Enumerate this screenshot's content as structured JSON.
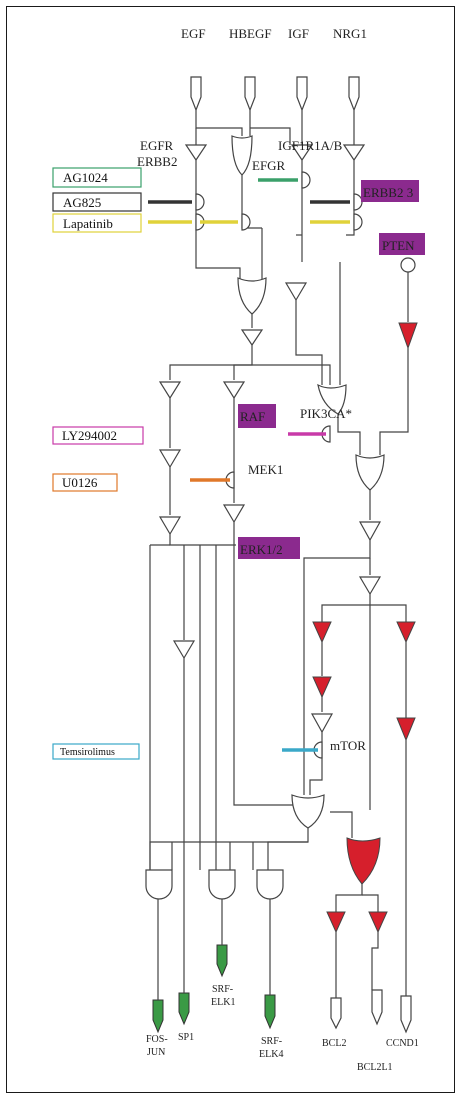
{
  "colors": {
    "highlight": "#8b2a8e",
    "red_gate": "#d61f2c",
    "green_output": "#3a9a45",
    "wire": "#444444",
    "drug_ag1024": "#3aa06a",
    "drug_ag825": "#333333",
    "drug_lapatinib": "#e0d23a",
    "drug_ly294002": "#c83aa8",
    "drug_u0126": "#e0782a",
    "drug_temsirolimus": "#3aa8c8"
  },
  "inputs": [
    {
      "label": "EGF"
    },
    {
      "label": "HBEGF"
    },
    {
      "label": "IGF"
    },
    {
      "label": "NRG1"
    }
  ],
  "nodes": {
    "egfr_erbb2": "EGFR\nERBB2",
    "egfr": "EFGR",
    "igf1r": "IGF1R1A/B",
    "erbb23": "ERBB2 3",
    "pten": "PTEN",
    "raf": "RAF",
    "pik3ca": "PIK3CA*",
    "mek1": "MEK1",
    "erk12": "ERK1/2",
    "mtor": "mTOR"
  },
  "drugs": [
    {
      "label": "AG1024",
      "color_key": "drug_ag1024"
    },
    {
      "label": "AG825",
      "color_key": "drug_ag825"
    },
    {
      "label": "Lapatinib",
      "color_key": "drug_lapatinib"
    },
    {
      "label": "LY294002",
      "color_key": "drug_ly294002"
    },
    {
      "label": "U0126",
      "color_key": "drug_u0126"
    },
    {
      "label": "Temsirolimus",
      "color_key": "drug_temsirolimus"
    }
  ],
  "outputs": [
    {
      "label": "FOS-\nJUN",
      "type": "green"
    },
    {
      "label": "SP1",
      "type": "green"
    },
    {
      "label": "SRF-\nELK1",
      "type": "green"
    },
    {
      "label": "SRF-\nELK4",
      "type": "green"
    },
    {
      "label": "BCL2",
      "type": "white"
    },
    {
      "label": "BCL2L1",
      "type": "white"
    },
    {
      "label": "CCND1",
      "type": "white"
    }
  ]
}
